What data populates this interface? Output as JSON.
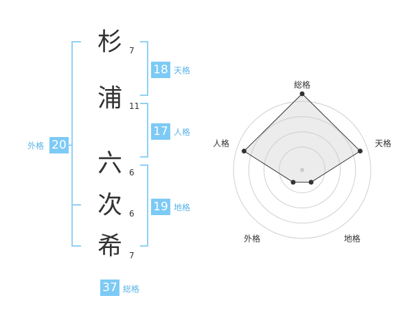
{
  "colors": {
    "accent": "#8fd0f5",
    "badge": "#7ccaf5",
    "label": "#5ab4e8",
    "text": "#333333"
  },
  "name": {
    "chars": [
      {
        "char": "杉",
        "strokes": "7"
      },
      {
        "char": "浦",
        "strokes": "11"
      },
      {
        "char": "六",
        "strokes": "6"
      },
      {
        "char": "次",
        "strokes": "6"
      },
      {
        "char": "希",
        "strokes": "7"
      }
    ]
  },
  "fortunes": {
    "tenkaku": {
      "value": "18",
      "label": "天格"
    },
    "jinkaku": {
      "value": "17",
      "label": "人格"
    },
    "chikaku": {
      "value": "19",
      "label": "地格"
    },
    "gaikaku": {
      "value": "20",
      "label": "外格"
    },
    "soukaku": {
      "value": "37",
      "label": "総格"
    }
  },
  "chart_data": {
    "type": "radar",
    "axes": [
      "総格",
      "天格",
      "地格",
      "外格",
      "人格"
    ],
    "values": [
      5,
      4,
      1,
      1,
      4
    ],
    "max": 5,
    "rings": 4
  }
}
